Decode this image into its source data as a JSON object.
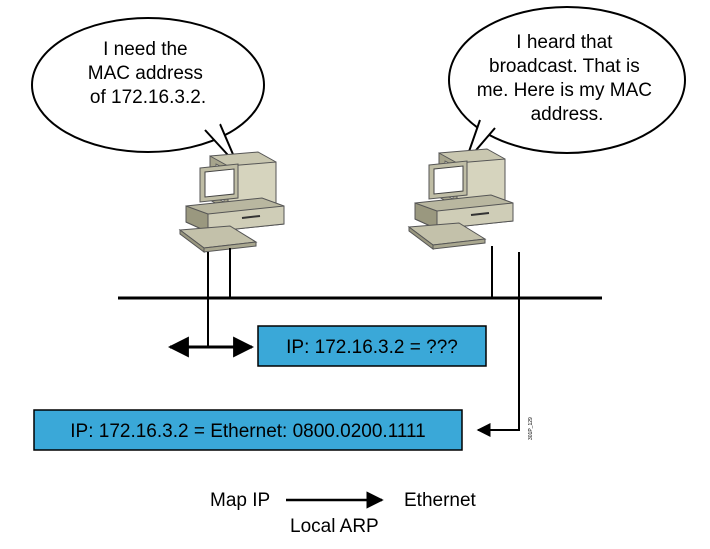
{
  "bubble_left": {
    "lines": [
      "I need the",
      "MAC address",
      "of 172.16.3.2."
    ]
  },
  "bubble_right": {
    "lines": [
      "I heard that",
      "broadcast. That is",
      "me. Here is my MAC",
      "address."
    ]
  },
  "request_box": {
    "text": "IP: 172.16.3.2 = ???",
    "fill": "#3aa8d8"
  },
  "reply_box": {
    "text": "IP: 172.16.3.2 = Ethernet: 0800.0200.1111",
    "fill": "#3aa8d8"
  },
  "legend": {
    "left": "Map IP",
    "right": "Ethernet",
    "bottom": "Local ARP"
  },
  "figure_id": "301P_129",
  "icons": [
    "computer-icon",
    "computer-icon"
  ]
}
